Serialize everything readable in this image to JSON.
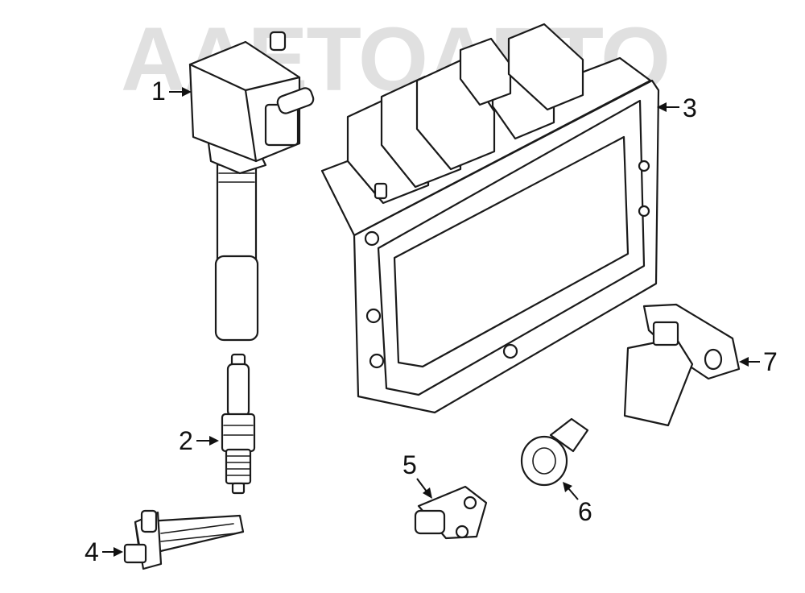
{
  "watermark": {
    "text": "AAETOAPTO",
    "color": "#c8c8c8"
  },
  "callouts": [
    {
      "id": "1",
      "label": "1"
    },
    {
      "id": "2",
      "label": "2"
    },
    {
      "id": "3",
      "label": "3"
    },
    {
      "id": "4",
      "label": "4"
    },
    {
      "id": "5",
      "label": "5"
    },
    {
      "id": "6",
      "label": "6"
    },
    {
      "id": "7",
      "label": "7"
    }
  ],
  "colors": {
    "line": "#1a1a1a",
    "background": "#ffffff"
  }
}
